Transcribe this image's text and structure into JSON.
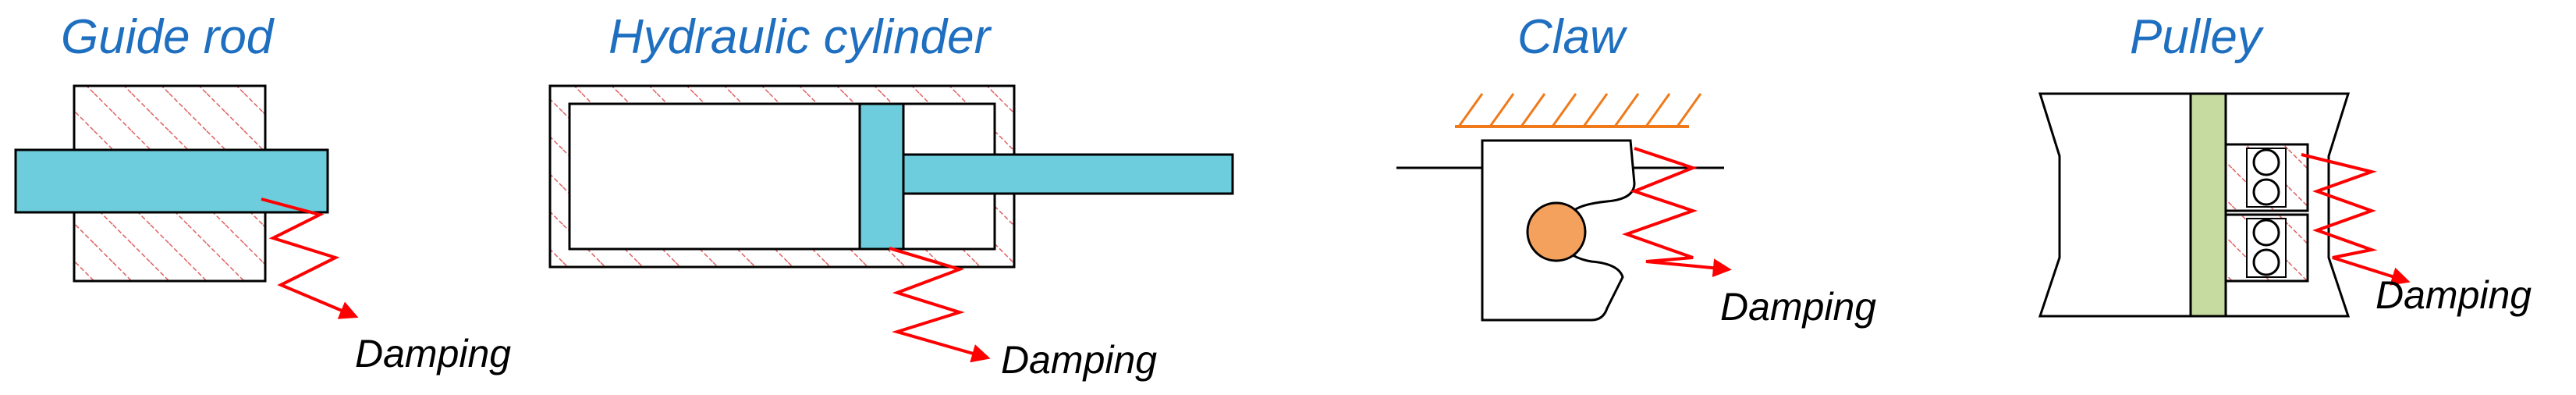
{
  "components": [
    {
      "id": "guide-rod",
      "title": "Guide rod",
      "damping_label": "Damping"
    },
    {
      "id": "hydraulic-cylinder",
      "title": "Hydraulic cylinder",
      "damping_label": "Damping"
    },
    {
      "id": "claw",
      "title": "Claw",
      "damping_label": "Damping"
    },
    {
      "id": "pulley",
      "title": "Pulley",
      "damping_label": "Damping"
    }
  ],
  "colors": {
    "title": "#1f6fc0",
    "rod_fill": "#6dcddc",
    "hatch": "#e06060",
    "spring": "#ff0000",
    "ground_hatch": "#f07a1a",
    "ball": "#f4a15d",
    "shaft": "#c6dba0"
  }
}
